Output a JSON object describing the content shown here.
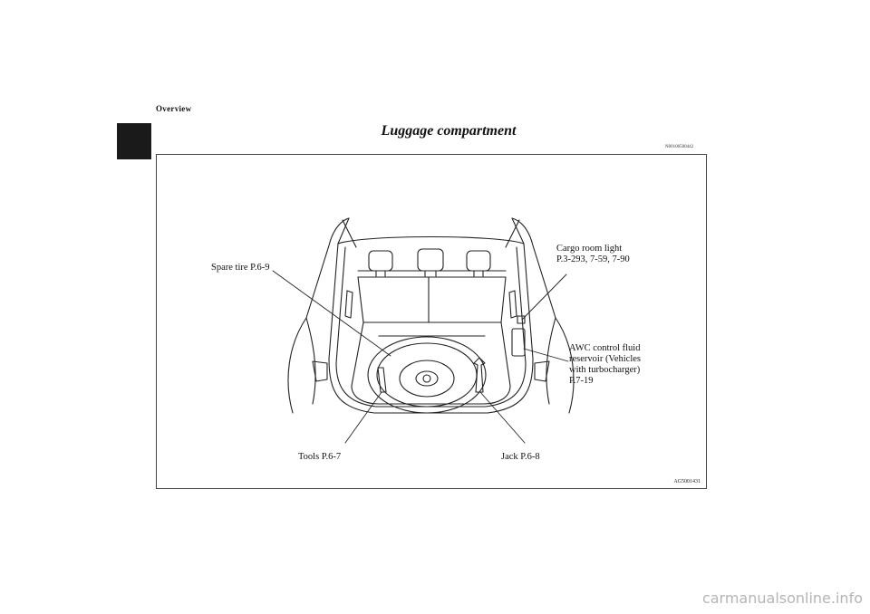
{
  "header": {
    "section": "Overview",
    "title": "Luggage compartment",
    "code": "N00100500442"
  },
  "figure": {
    "callouts": {
      "spare_tire": "Spare tire P.6-9",
      "cargo_light_line1": "Cargo room light",
      "cargo_light_line2": "P.3-293, 7-59, 7-90",
      "awc_line1": "AWC control fluid",
      "awc_line2": "reservoir (Vehicles",
      "awc_line3": "with turbocharger)",
      "awc_line4": "P.7-19",
      "tools": "Tools P.6-7",
      "jack": "Jack P.6-8"
    },
    "code": "AG5001431"
  },
  "watermark": "carmanualsonline.info"
}
